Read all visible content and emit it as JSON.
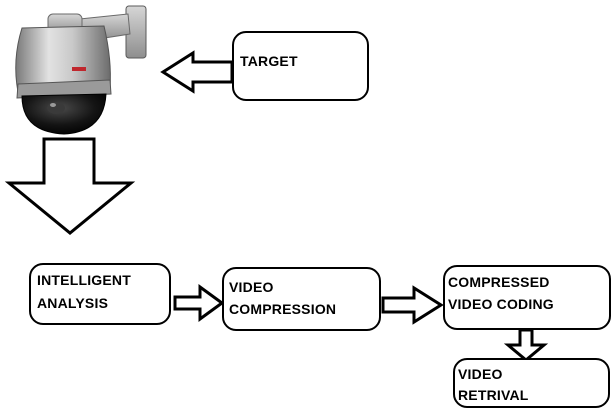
{
  "diagram": {
    "nodes": {
      "target": {
        "line1": "TARGET",
        "line2": ""
      },
      "intelligent_analysis": {
        "line1": "INTELLIGENT",
        "line2": "ANALYSIS"
      },
      "video_compression": {
        "line1": "VIDEO",
        "line2": "COMPRESSION"
      },
      "compressed_video_coding": {
        "line1": "COMPRESSED",
        "line2": "VIDEO CODING"
      },
      "video_retrival": {
        "line1": "VIDEO",
        "line2": "RETRIVAL"
      }
    },
    "camera_icon": "ptz-dome-camera-icon",
    "colors": {
      "stroke": "#000000",
      "camera_body": "#b8b8b8",
      "camera_dome": "#1a1a1a",
      "background": "#ffffff"
    }
  }
}
